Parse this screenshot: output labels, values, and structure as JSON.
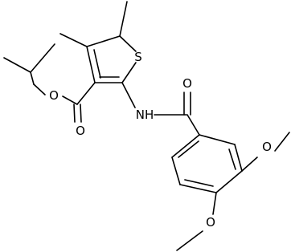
{
  "molecule": {
    "atoms": {
      "sulfur": "S",
      "amide_nh": "NH",
      "ester_ether_oxygen": "O",
      "ester_carbonyl_oxygen": "O",
      "amide_carbonyl_oxygen": "O",
      "methoxy_oxygen_3": "O",
      "methoxy_oxygen_4": "O"
    }
  }
}
